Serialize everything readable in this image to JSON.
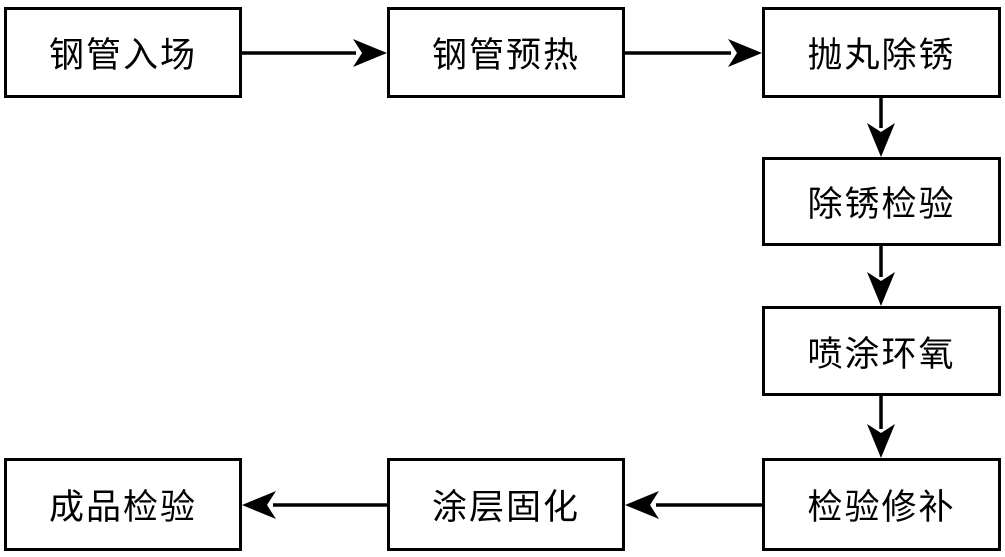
{
  "diagram": {
    "type": "flowchart",
    "background_color": "#ffffff",
    "line_color": "#000000",
    "box_fill_color": "#ffffff",
    "box_border_color": "#000000",
    "nodes": [
      {
        "id": "pipe-entry",
        "label": "钢管入场"
      },
      {
        "id": "pipe-preheat",
        "label": "钢管预热"
      },
      {
        "id": "shot-blast-derust",
        "label": "抛丸除锈"
      },
      {
        "id": "derust-inspection",
        "label": "除锈检验"
      },
      {
        "id": "epoxy-spraying",
        "label": "喷涂环氧"
      },
      {
        "id": "inspect-repair",
        "label": "检验修补"
      },
      {
        "id": "coating-curing",
        "label": "涂层固化"
      },
      {
        "id": "final-inspection",
        "label": "成品检验"
      }
    ],
    "edges": [
      {
        "from": "钢管入场",
        "to": "钢管预热",
        "direction": "right"
      },
      {
        "from": "钢管预热",
        "to": "抛丸除锈",
        "direction": "right"
      },
      {
        "from": "抛丸除锈",
        "to": "除锈检验",
        "direction": "down"
      },
      {
        "from": "除锈检验",
        "to": "喷涂环氧",
        "direction": "down"
      },
      {
        "from": "喷涂环氧",
        "to": "检验修补",
        "direction": "down"
      },
      {
        "from": "检验修补",
        "to": "涂层固化",
        "direction": "left"
      },
      {
        "from": "涂层固化",
        "to": "成品检验",
        "direction": "left"
      }
    ]
  }
}
